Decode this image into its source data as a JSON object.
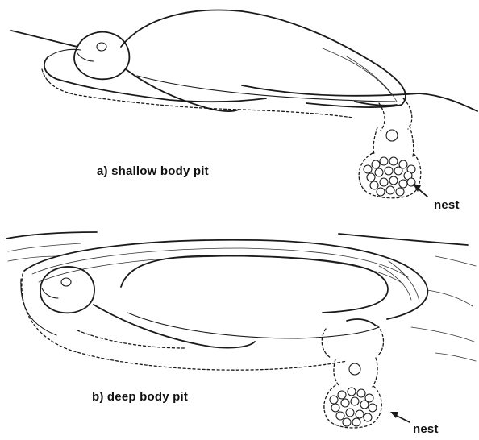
{
  "panels": [
    {
      "id": "a",
      "caption": "a) shallow body pit",
      "nest_label": "nest"
    },
    {
      "id": "b",
      "caption": "b) deep body pit",
      "nest_label": "nest"
    }
  ],
  "colors": {
    "ink": "#1a1a1a",
    "background": "#ffffff"
  },
  "icons": {
    "arrow": "arrow-to-nest-icon"
  }
}
